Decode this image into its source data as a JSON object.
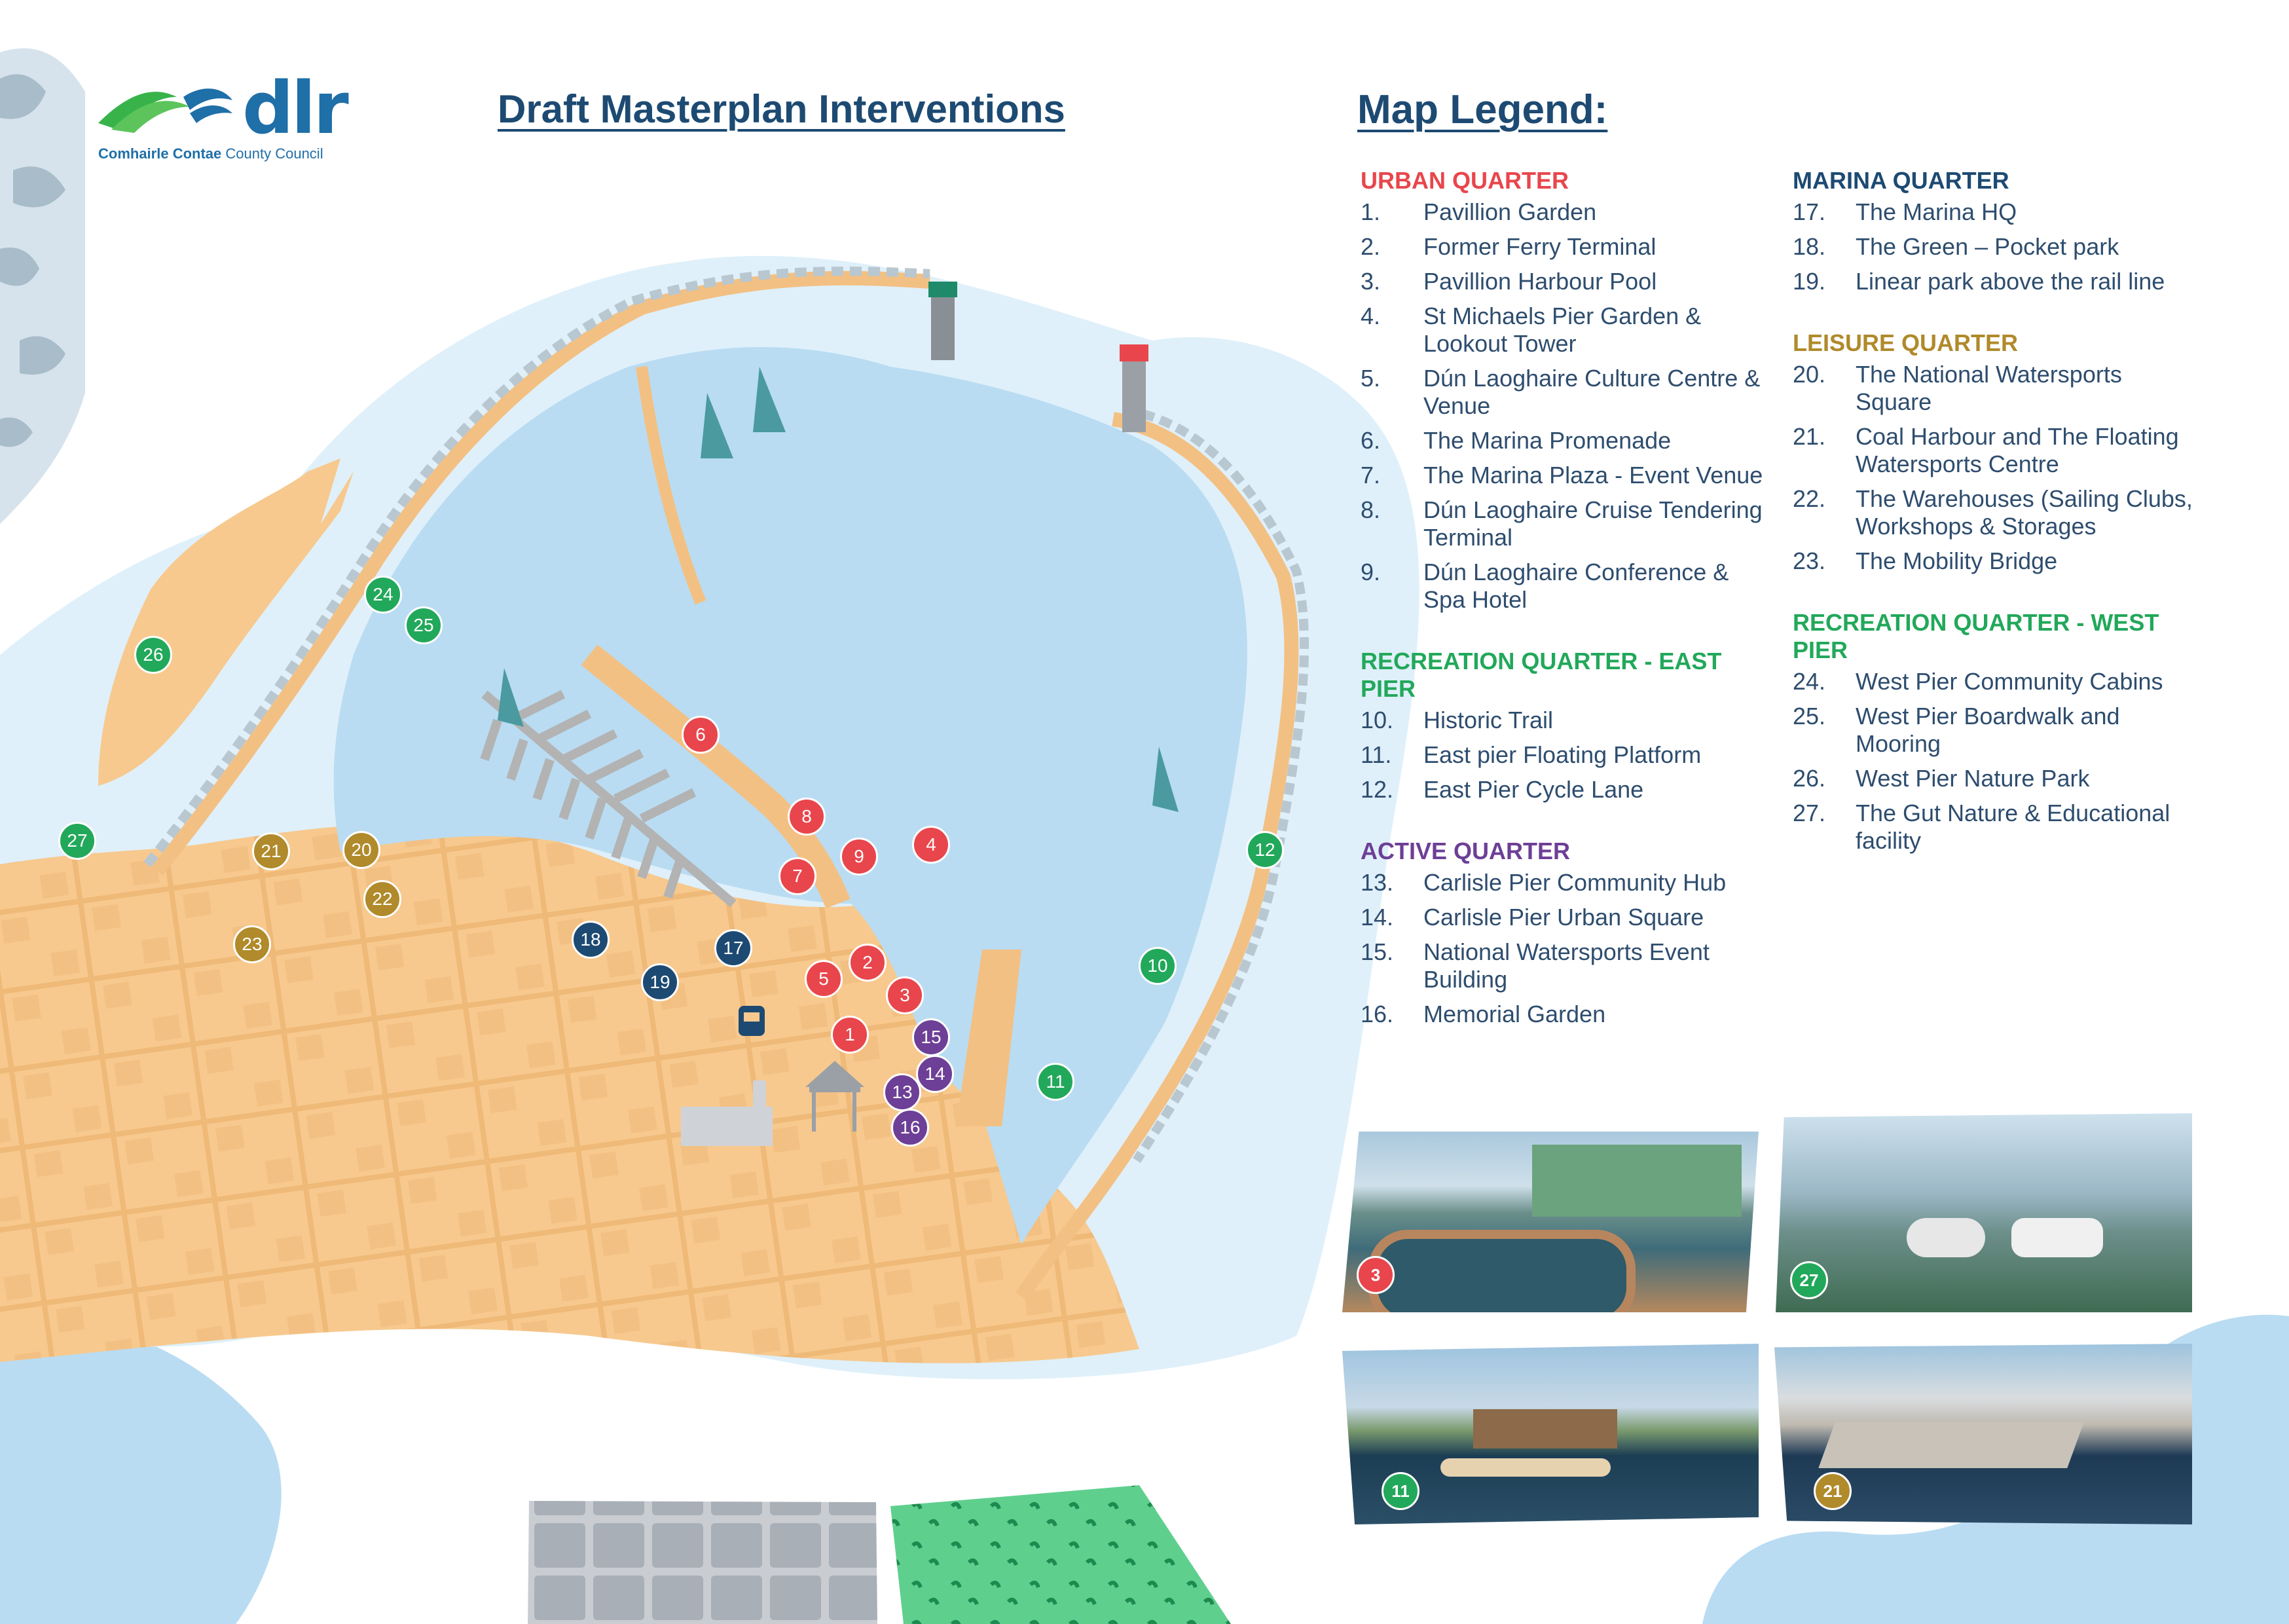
{
  "header": {
    "logo_text": "dlr",
    "logo_subtitle_irish": "Comhairle Contae",
    "logo_subtitle_english": "County Council",
    "title": "Draft Masterplan Interventions"
  },
  "colors": {
    "urban": "#e8464c",
    "marina": "#1d4a72",
    "leisure": "#b08a2b",
    "recreation": "#22a85a",
    "active": "#6d3f96",
    "sea": "#b9dcf2",
    "land": "#f7c98e",
    "text": "#2e4d6e"
  },
  "legend": {
    "title": "Map Legend:",
    "groups": [
      {
        "name": "URBAN QUARTER",
        "color": "#e8464c",
        "items": [
          {
            "n": "1.",
            "t": "Pavillion Garden"
          },
          {
            "n": "2.",
            "t": "Former Ferry Terminal"
          },
          {
            "n": "3.",
            "t": "Pavillion Harbour Pool"
          },
          {
            "n": "4.",
            "t": "St Michaels Pier Garden & Lookout Tower"
          },
          {
            "n": "5.",
            "t": "Dún Laoghaire Culture Centre & Venue"
          },
          {
            "n": "6.",
            "t": "The Marina Promenade"
          },
          {
            "n": "7.",
            "t": "The Marina Plaza - Event Venue"
          },
          {
            "n": "8.",
            "t": "Dún Laoghaire Cruise Tendering Terminal"
          },
          {
            "n": "9.",
            "t": "Dún Laoghaire Conference & Spa Hotel"
          }
        ]
      },
      {
        "name": "RECREATION QUARTER - EAST PIER",
        "color": "#22a85a",
        "items": [
          {
            "n": "10.",
            "t": "Historic Trail"
          },
          {
            "n": "11.",
            "t": "East pier Floating Platform"
          },
          {
            "n": "12.",
            "t": "East Pier Cycle Lane"
          }
        ]
      },
      {
        "name": "ACTIVE QUARTER",
        "color": "#6d3f96",
        "items": [
          {
            "n": "13.",
            "t": "Carlisle Pier Community Hub"
          },
          {
            "n": "14.",
            "t": "Carlisle Pier Urban Square"
          },
          {
            "n": "15.",
            "t": "National Watersports Event Building"
          },
          {
            "n": "16.",
            "t": "Memorial Garden"
          }
        ]
      },
      {
        "name": "MARINA QUARTER",
        "color": "#1d4a72",
        "items": [
          {
            "n": "17.",
            "t": "The Marina HQ"
          },
          {
            "n": "18.",
            "t": "The Green – Pocket park"
          },
          {
            "n": "19.",
            "t": " Linear park above the rail line"
          }
        ]
      },
      {
        "name": "LEISURE QUARTER",
        "color": "#b08a2b",
        "items": [
          {
            "n": "20.",
            "t": "The National Watersports Square"
          },
          {
            "n": "21.",
            "t": "Coal Harbour and The Floating Watersports Centre"
          },
          {
            "n": "22.",
            "t": "The Warehouses (Sailing Clubs, Workshops & Storages"
          },
          {
            "n": "23.",
            "t": "The Mobility Bridge"
          }
        ]
      },
      {
        "name": "RECREATION QUARTER - WEST PIER",
        "color": "#22a85a",
        "items": [
          {
            "n": "24.",
            "t": "West Pier Community Cabins"
          },
          {
            "n": "25.",
            "t": "West Pier Boardwalk and Mooring"
          },
          {
            "n": "26.",
            "t": "West Pier Nature Park"
          },
          {
            "n": "27.",
            "t": "The Gut Nature & Educational facility"
          }
        ]
      }
    ]
  },
  "markers": [
    {
      "label": "1",
      "color": "#e8464c"
    },
    {
      "label": "2",
      "color": "#e8464c"
    },
    {
      "label": "3",
      "color": "#e8464c"
    },
    {
      "label": "4",
      "color": "#e8464c"
    },
    {
      "label": "5",
      "color": "#e8464c"
    },
    {
      "label": "6",
      "color": "#e8464c"
    },
    {
      "label": "7",
      "color": "#e8464c"
    },
    {
      "label": "8",
      "color": "#e8464c"
    },
    {
      "label": "9",
      "color": "#e8464c"
    },
    {
      "label": "10",
      "color": "#22a85a"
    },
    {
      "label": "11",
      "color": "#22a85a"
    },
    {
      "label": "12",
      "color": "#22a85a"
    },
    {
      "label": "13",
      "color": "#6d3f96"
    },
    {
      "label": "14",
      "color": "#6d3f96"
    },
    {
      "label": "15",
      "color": "#6d3f96"
    },
    {
      "label": "16",
      "color": "#6d3f96"
    },
    {
      "label": "17",
      "color": "#1d4a72"
    },
    {
      "label": "18",
      "color": "#1d4a72"
    },
    {
      "label": "19",
      "color": "#1d4a72"
    },
    {
      "label": "20",
      "color": "#b08a2b"
    },
    {
      "label": "21",
      "color": "#b08a2b"
    },
    {
      "label": "22",
      "color": "#b08a2b"
    },
    {
      "label": "23",
      "color": "#b08a2b"
    },
    {
      "label": "24",
      "color": "#22a85a"
    },
    {
      "label": "25",
      "color": "#22a85a"
    },
    {
      "label": "26",
      "color": "#22a85a"
    },
    {
      "label": "27",
      "color": "#22a85a"
    }
  ],
  "photos": [
    {
      "badge": "3",
      "color": "#e8464c"
    },
    {
      "badge": "27",
      "color": "#22a85a"
    },
    {
      "badge": "11",
      "color": "#22a85a"
    },
    {
      "badge": "21",
      "color": "#b08a2b"
    }
  ]
}
